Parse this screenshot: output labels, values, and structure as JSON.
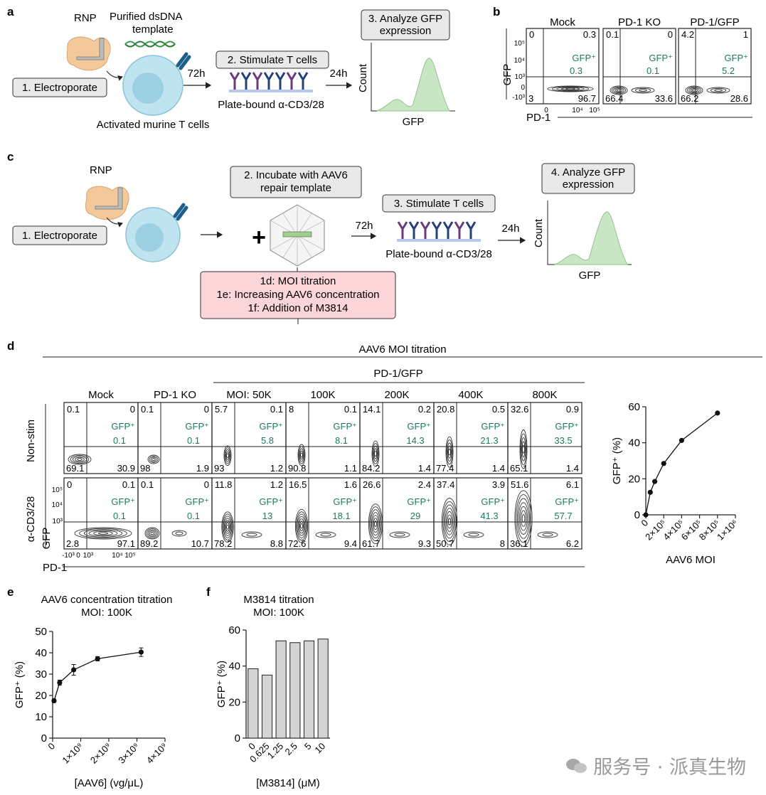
{
  "panel_letters": [
    "a",
    "b",
    "c",
    "d",
    "e",
    "f"
  ],
  "panel_a": {
    "rnp": "RNP",
    "template": "Purified dsDNA template",
    "electroporate": "1. Electroporate",
    "cells": "Activated murine T cells",
    "t72": "72h",
    "stimulate": "2. Stimulate T cells",
    "plate": "Plate-bound α-CD3/28",
    "t24": "24h",
    "analyze": "3. Analyze GFP expression",
    "count": "Count",
    "gfp": "GFP"
  },
  "panel_b": {
    "y_label": "GFP",
    "x_label": "PD-1",
    "y_ticks": [
      "10⁵",
      "10⁴",
      "10³",
      "0",
      "-10³"
    ],
    "x_ticks": [
      "0",
      "10⁴",
      "10⁵"
    ],
    "gfp_label": "GFP⁺",
    "plots": [
      {
        "title": "Mock",
        "q": [
          "0",
          "0.3",
          "3",
          "96.7"
        ],
        "gfp": "0.3"
      },
      {
        "title": "PD-1 KO",
        "q": [
          "0.1",
          "0",
          "66.4",
          "33.6"
        ],
        "gfp": "0.1"
      },
      {
        "title": "PD-1/GFP",
        "q": [
          "4.2",
          "1",
          "66.2",
          "28.6"
        ],
        "gfp": "5.2"
      }
    ]
  },
  "panel_c": {
    "rnp": "RNP",
    "electroporate": "1. Electroporate",
    "incubate": "2. Incubate with AAV6 repair template",
    "t72": "72h",
    "stimulate": "3. Stimulate T cells",
    "plate": "Plate-bound α-CD3/28",
    "t24": "24h",
    "analyze": "4. Analyze GFP expression",
    "count": "Count",
    "gfp": "GFP",
    "conditions": [
      "1d: MOI titration",
      "1e: Increasing AAV6 concentration",
      "1f: Addition of M3814"
    ]
  },
  "panel_d": {
    "title": "AAV6 MOI titration",
    "group": "PD-1/GFP",
    "columns": [
      "Mock",
      "PD-1 KO",
      "MOI: 50K",
      "100K",
      "200K",
      "400K",
      "800K"
    ],
    "rows": [
      "Non-stim",
      "α-CD3/28"
    ],
    "y_label": "GFP",
    "x_label": "PD-1",
    "y_ticks": [
      "10⁵",
      "10⁴",
      "10³"
    ],
    "x_ticks": [
      "-10³",
      "0",
      "10³",
      "10⁴",
      "10⁵"
    ],
    "gfp_label": "GFP⁺",
    "nonstim": [
      {
        "q": [
          "0.1",
          "0",
          "69.1",
          "30.9"
        ],
        "gfp": "0.1"
      },
      {
        "q": [
          "0.1",
          "0",
          "98",
          "1.9"
        ],
        "gfp": "0.1"
      },
      {
        "q": [
          "5.7",
          "0.1",
          "93",
          "1.2"
        ],
        "gfp": "5.8"
      },
      {
        "q": [
          "8",
          "0.1",
          "90.8",
          "1.1"
        ],
        "gfp": "8.1"
      },
      {
        "q": [
          "14.1",
          "0.2",
          "84.2",
          "1.4"
        ],
        "gfp": "14.3"
      },
      {
        "q": [
          "20.8",
          "0.5",
          "77.4",
          "1.4"
        ],
        "gfp": "21.3"
      },
      {
        "q": [
          "32.6",
          "0.9",
          "65.1",
          "1.4"
        ],
        "gfp": "33.5"
      }
    ],
    "stim": [
      {
        "q": [
          "0",
          "0.1",
          "2.8",
          "97.1"
        ],
        "gfp": "0.1"
      },
      {
        "q": [
          "0.1",
          "0",
          "89.2",
          "10.7"
        ],
        "gfp": "0.1"
      },
      {
        "q": [
          "11.8",
          "1.2",
          "78.2",
          "8.8"
        ],
        "gfp": "13"
      },
      {
        "q": [
          "16.5",
          "1.6",
          "72.6",
          "9.4"
        ],
        "gfp": "18.1"
      },
      {
        "q": [
          "26.6",
          "2.4",
          "61.7",
          "9.3"
        ],
        "gfp": "29"
      },
      {
        "q": [
          "37.4",
          "3.9",
          "50.7",
          "8"
        ],
        "gfp": "41.3"
      },
      {
        "q": [
          "51.6",
          "6.1",
          "36.1",
          "6.2"
        ],
        "gfp": "57.7"
      }
    ]
  },
  "chart_data": [
    {
      "type": "line",
      "panel": "d",
      "ylabel": "GFP⁺ (%)",
      "xlabel": "AAV6 MOI",
      "x": [
        0,
        50000,
        100000,
        200000,
        400000,
        800000
      ],
      "y": [
        0,
        12.5,
        18.5,
        28.5,
        41.3,
        56.5
      ],
      "xlim": [
        0,
        1000000
      ],
      "ylim": [
        0,
        60
      ],
      "x_tick_labels": [
        "0",
        "2×10⁵",
        "4×10⁵",
        "6×10⁵",
        "8×10⁵",
        "1×10⁶"
      ],
      "y_tick_labels": [
        "0",
        "20",
        "40",
        "60"
      ]
    },
    {
      "type": "line",
      "panel": "e",
      "title": "AAV6 concentration titration MOI: 100K",
      "title_lines": [
        "AAV6 concentration titration",
        "MOI: 100K"
      ],
      "ylabel": "GFP⁺ (%)",
      "xlabel": "[AAV6] (vg/μL)",
      "x": [
        50000000,
        250000000,
        750000000,
        1600000000,
        3150000000
      ],
      "y": [
        17.5,
        26,
        32,
        37.2,
        40.3
      ],
      "error": [
        0.8,
        1.2,
        2.5,
        1.0,
        2.0
      ],
      "xlim": [
        0,
        4000000000
      ],
      "ylim": [
        0,
        50
      ],
      "x_tick_labels": [
        "0",
        "1×10⁹",
        "2×10⁹",
        "3×10⁹",
        "4×10⁹"
      ],
      "y_tick_labels": [
        "0",
        "10",
        "20",
        "30",
        "40",
        "50"
      ]
    },
    {
      "type": "bar",
      "panel": "f",
      "title": "M3814 titration MOI: 100K",
      "title_lines": [
        "M3814 titration",
        "MOI: 100K"
      ],
      "ylabel": "GFP⁺ (%)",
      "xlabel": "[M3814] (μM)",
      "categories": [
        "0",
        "0.625",
        "1.25",
        "2.5",
        "5",
        "10"
      ],
      "values": [
        38.5,
        35,
        54,
        53,
        54,
        55
      ],
      "ylim": [
        0,
        60
      ],
      "y_tick_labels": [
        "0",
        "20",
        "40",
        "60"
      ]
    }
  ],
  "watermark": "服务号 · 派真生物",
  "colors": {
    "accent_green": "#1e7b5a",
    "box_gray": "#e9e9e9",
    "pink": "#fcd5d8",
    "cell_blue": "#bfe3ef",
    "hist_green": "#c9e6c4"
  }
}
